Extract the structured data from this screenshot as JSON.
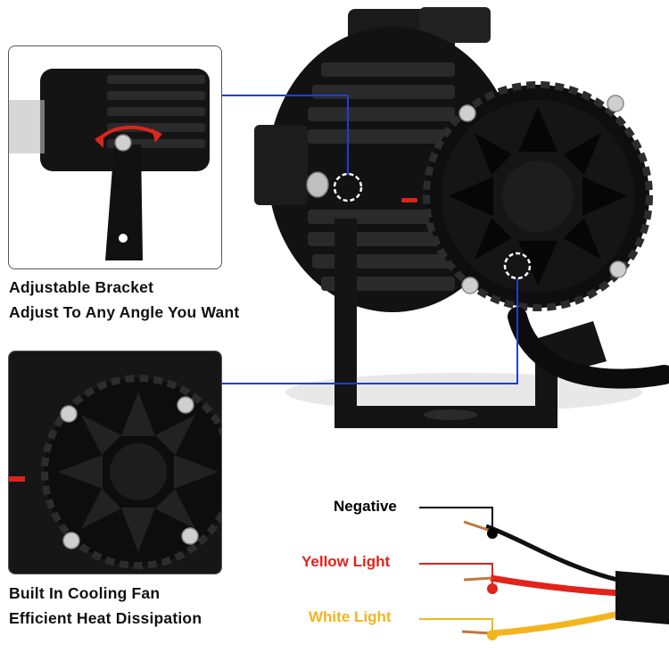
{
  "captions": {
    "bracket_line1": "Adjustable Bracket",
    "bracket_line2": "Adjust To Any Angle You Want",
    "fan_line1": "Built In Cooling Fan",
    "fan_line2": "Efficient Heat Dissipation"
  },
  "wires": {
    "negative": {
      "label": "Negative",
      "color": "#000000"
    },
    "yellow": {
      "label": "Yellow Light",
      "color": "#e2231a"
    },
    "white": {
      "label": "White Light",
      "color": "#f3b51f"
    }
  },
  "colors": {
    "callout_line": "#1f3fcf",
    "housing": "#161616",
    "accent_red": "#d9261c"
  }
}
